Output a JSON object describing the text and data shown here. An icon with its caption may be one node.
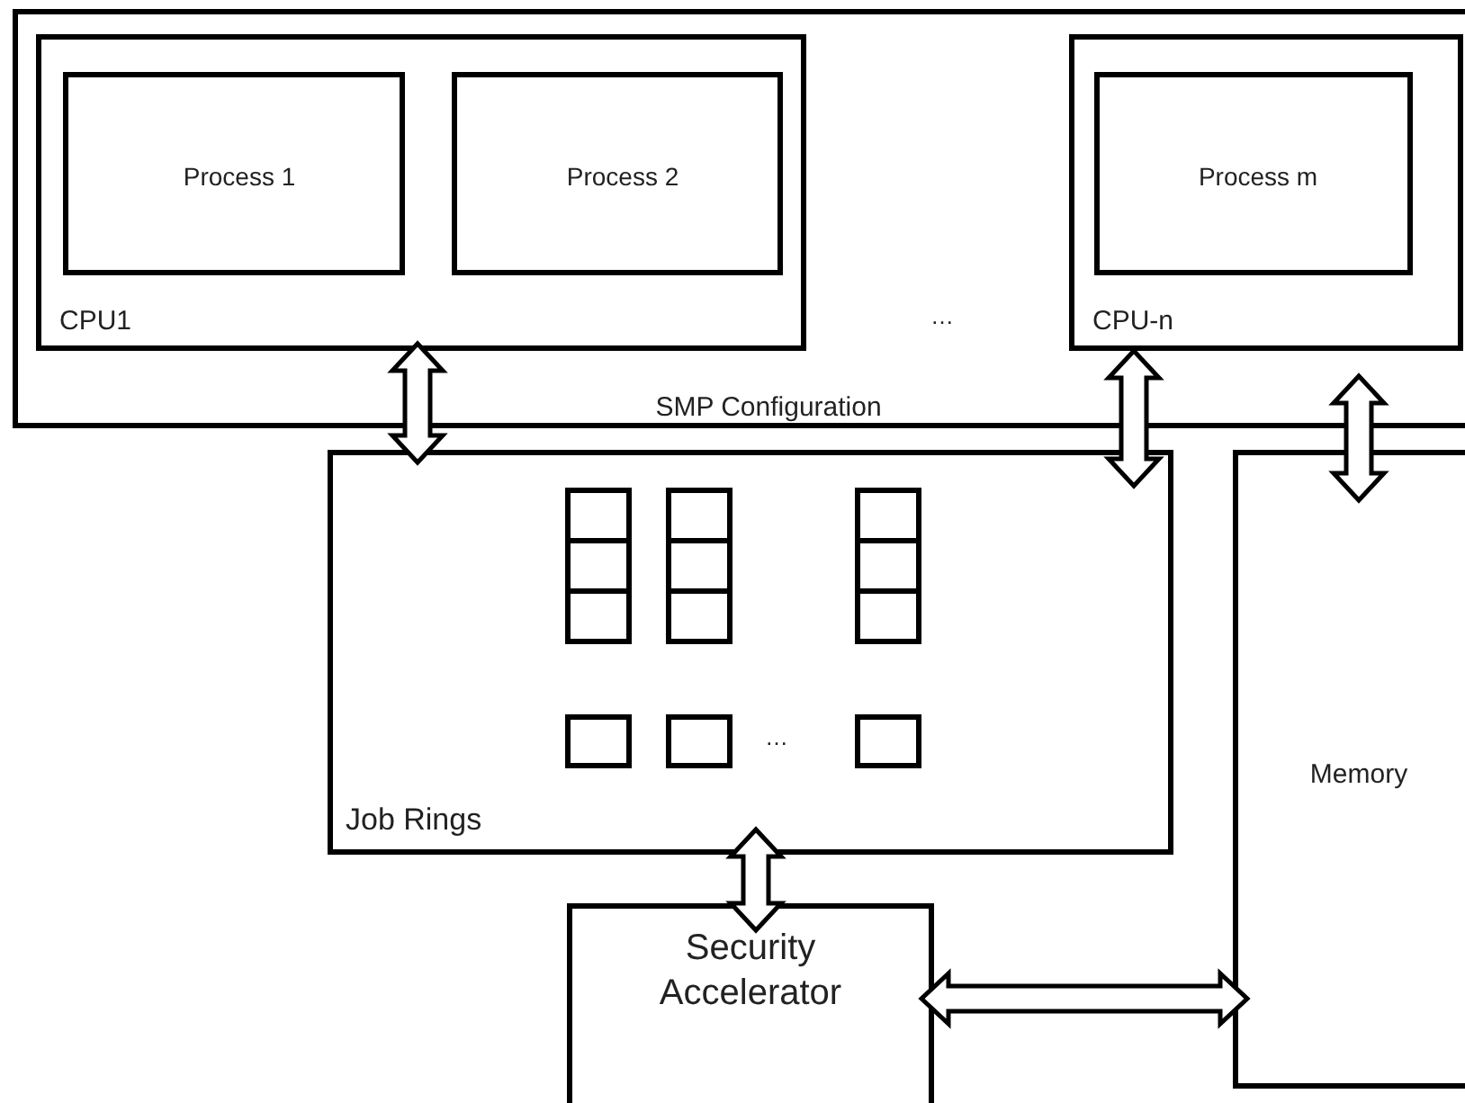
{
  "diagram": {
    "nodes": [
      {
        "text": [
          "SMP Configuration"
        ]
      },
      {
        "text": [
          "CPU1"
        ],
        "in": 0
      },
      {
        "text": [
          "Process 1"
        ],
        "in": 1
      },
      {
        "text": [
          "Process 2"
        ],
        "in": 1
      },
      {
        "text": [
          "CPU-n"
        ],
        "in": 0
      },
      {
        "text": [
          "Process m"
        ],
        "in": 4
      },
      {
        "text": [
          "Job Rings"
        ]
      },
      {
        "text": [],
        "shape": "box",
        "in": 6
      },
      {
        "text": [],
        "shape": "box",
        "in": 6
      },
      {
        "text": [],
        "shape": "box",
        "in": 6
      },
      {
        "text": [],
        "shape": "box",
        "in": 6
      },
      {
        "text": [],
        "shape": "box",
        "in": 6
      },
      {
        "text": [],
        "shape": "box",
        "in": 6
      },
      {
        "text": [],
        "shape": "box",
        "in": 6
      },
      {
        "text": [],
        "shape": "box",
        "in": 6
      },
      {
        "text": [],
        "shape": "box",
        "in": 6
      },
      {
        "text": [],
        "shape": "box",
        "in": 6
      },
      {
        "text": [],
        "shape": "box",
        "in": 6
      },
      {
        "text": [],
        "shape": "box",
        "in": 6
      },
      {
        "text": [
          "Security Accelerator"
        ]
      },
      {
        "text": [
          "Memory"
        ]
      }
    ],
    "edges": [
      {
        "from": 1,
        "to": 6,
        "arrow": "both"
      },
      {
        "from": 4,
        "to": 6,
        "arrow": "both"
      },
      {
        "from": 0,
        "to": 20,
        "arrow": "both"
      },
      {
        "from": 6,
        "to": 19,
        "arrow": "both"
      },
      {
        "from": 19,
        "to": 20,
        "arrow": "both"
      }
    ],
    "labels": [
      "…",
      "…"
    ]
  }
}
